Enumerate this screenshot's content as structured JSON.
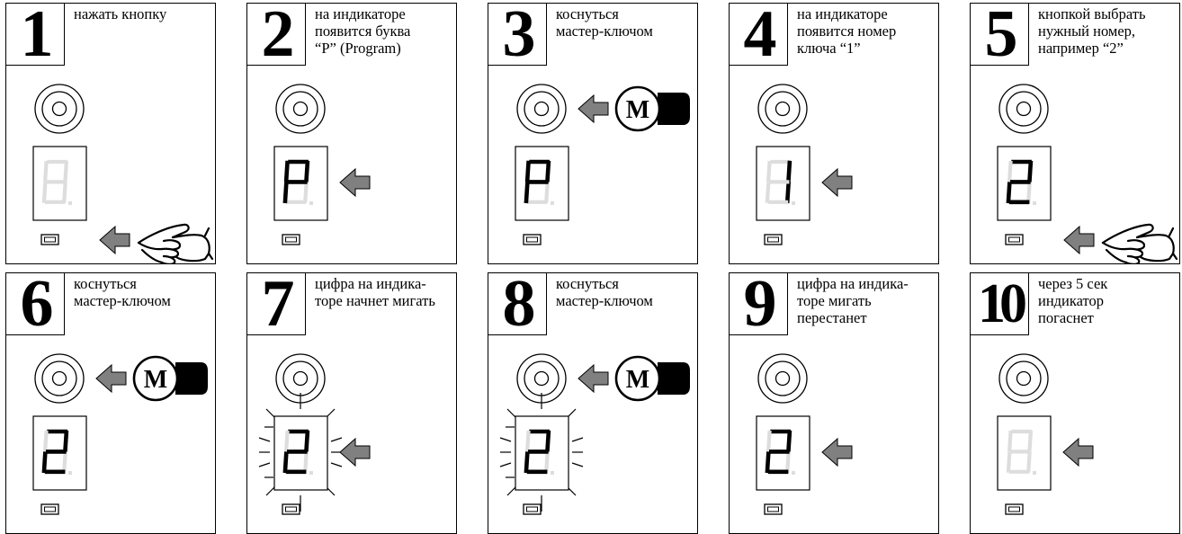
{
  "steps": [
    {
      "num": "1",
      "caption": "нажать кнопку",
      "digit": "8",
      "digit_lit": false,
      "arrow_at": "button",
      "pointer": "hand",
      "blinking": false
    },
    {
      "num": "2",
      "caption": "на индикаторе\nпоявится буква\n“P” (Program)",
      "digit": "P",
      "digit_lit": true,
      "arrow_at": "display",
      "pointer": null,
      "blinking": false
    },
    {
      "num": "3",
      "caption": "коснуться\nмастер-ключом",
      "digit": "P",
      "digit_lit": true,
      "arrow_at": "reader",
      "pointer": "master-key",
      "blinking": false
    },
    {
      "num": "4",
      "caption": "на индикаторе\nпоявится номер\nключа “1”",
      "digit": "1",
      "digit_lit": true,
      "arrow_at": "display",
      "pointer": null,
      "blinking": false
    },
    {
      "num": "5",
      "caption": "кнопкой выбрать\nнужный номер,\nнапример “2”",
      "digit": "2",
      "digit_lit": true,
      "arrow_at": "button",
      "pointer": "hand",
      "blinking": false
    },
    {
      "num": "6",
      "caption": "коснуться\nмастер-ключом",
      "digit": "2",
      "digit_lit": true,
      "arrow_at": "reader",
      "pointer": "master-key",
      "blinking": false
    },
    {
      "num": "7",
      "caption": "цифра на индика-\nторе начнет мигать",
      "digit": "2",
      "digit_lit": true,
      "arrow_at": "display",
      "pointer": null,
      "blinking": true
    },
    {
      "num": "8",
      "caption": "коснуться\nмастер-ключом",
      "digit": "2",
      "digit_lit": true,
      "arrow_at": "reader",
      "pointer": "master-key",
      "blinking": true
    },
    {
      "num": "9",
      "caption": "цифра на индика-\nторе мигать\nперестанет",
      "digit": "2",
      "digit_lit": true,
      "arrow_at": "display",
      "pointer": null,
      "blinking": false
    },
    {
      "num": "10",
      "caption": "через 5 сек\nиндикатор\nпогаснет",
      "digit": "8",
      "digit_lit": false,
      "arrow_at": "display",
      "pointer": null,
      "blinking": false
    }
  ],
  "master_key_label": "M",
  "icons": {
    "reader": "reader-icon",
    "display": "seven-segment-display-icon",
    "button": "button-icon",
    "arrow": "arrow-left-icon",
    "hand": "pointing-hand-icon",
    "key": "master-key-icon"
  },
  "colors": {
    "segment_on": "#000000",
    "segment_off": "#dddddd",
    "arrow": "#808080"
  }
}
